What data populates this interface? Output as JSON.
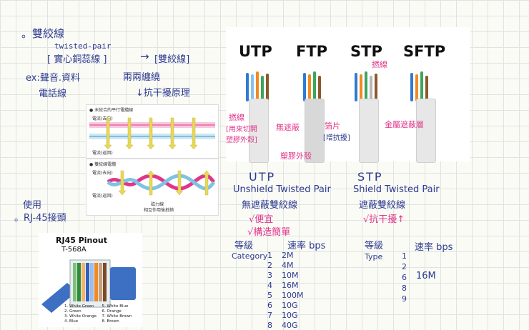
{
  "notes": {
    "heading": "。雙絞線",
    "english": "twisted-pair",
    "bracket_core": "[ 實心銅蕊線 ]",
    "arrow_right": "→",
    "bracket_twisted": "[雙絞線]",
    "wrap": "兩兩纏繞",
    "anti_interference": "↓抗干擾原理",
    "example": "ex:聲音.資料",
    "phone": "電話線"
  },
  "cable_photo": {
    "titles": [
      "UTP",
      "FTP",
      "STP",
      "SFTP"
    ],
    "labels": {
      "twist": "撚線",
      "cut_jacket": "[用來切開\n塑膠外殼]",
      "no_shield": "無遮蔽",
      "foil": "箔片",
      "foil_note": "[增抗擾]",
      "braid": "撚線",
      "metal_shield": "金屬遮蔽層",
      "plastic_jacket": "塑膠外殼"
    }
  },
  "diagram1": {
    "caption": "● 未絞合的平行電纜線",
    "label_top": "電流(去向)",
    "label_bottom": "電流(返回)"
  },
  "diagram2": {
    "caption": "● 雙絞線電纜",
    "label_top": "電流(去向)",
    "label_bottom": "電流(返回)",
    "label_center": "磁力線",
    "label_center2": "相互作用後抵銷"
  },
  "usage": {
    "use": "使用",
    "rj45": "。RJ-45接頭"
  },
  "pinout": {
    "title": "RJ45 Pinout",
    "subtitle": "T-568A",
    "legend": [
      "1. White Green",
      "2. Green",
      "3. White Orange",
      "4. Blue",
      "5. White Blue",
      "6. Orange",
      "7. White Brown",
      "8. Brown"
    ]
  },
  "utp": {
    "title": "UTP",
    "english": "Unshield Twisted Pair",
    "chinese": "無遮蔽雙絞線",
    "pro1": "√便宜",
    "pro2": "√構造簡單",
    "grade_label": "等級",
    "speed_label": "速率 bps",
    "category_label": "Category",
    "categories": [
      "1",
      "2",
      "3",
      "4",
      "5",
      "6",
      "7",
      "8"
    ],
    "speeds": [
      "2M",
      "4M",
      "10M",
      "16M",
      "100M",
      "10G",
      "10G",
      "40G"
    ]
  },
  "stp": {
    "title": "STP",
    "english": "Shield Twisted Pair",
    "chinese": "遮蔽雙絞線",
    "pro1": "√抗干擾↑",
    "grade_label": "等級",
    "speed_label": "速率 bps",
    "type_label": "Type",
    "types": [
      "1",
      "2",
      "6",
      "8",
      "9"
    ],
    "speed": "16M"
  },
  "colors": {
    "ink": "#2c3a8f",
    "pink": "#e0358a"
  }
}
